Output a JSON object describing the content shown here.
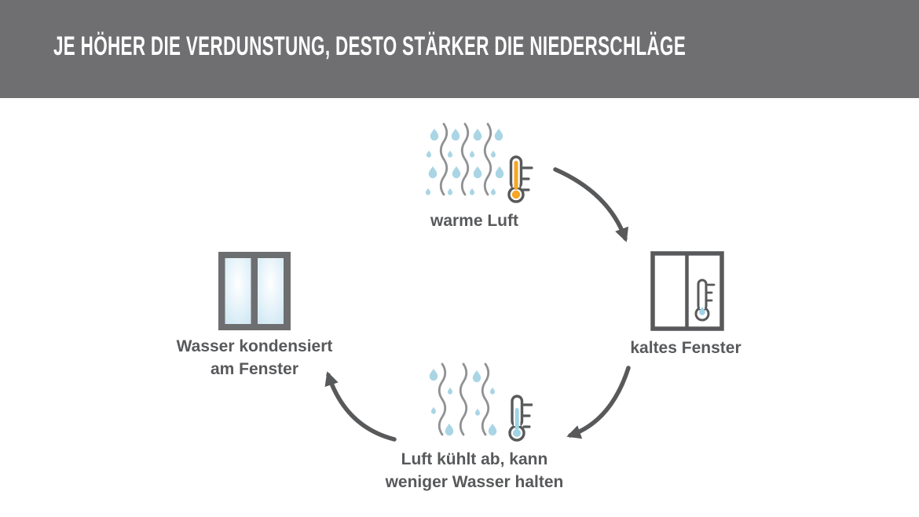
{
  "header": {
    "title": "JE HÖHER DIE VERDUNSTUNG, DESTO STÄRKER DIE NIEDERSCHLÄGE",
    "bg_color": "#6f6f71",
    "text_color": "#ffffff"
  },
  "diagram": {
    "type": "cycle",
    "direction": "clockwise",
    "nodes": [
      {
        "id": "warme-luft",
        "position": "top",
        "label": "warme Luft",
        "icon": "humid-air-warm-thermometer-icon"
      },
      {
        "id": "kaltes-fenster",
        "position": "right",
        "label": "kaltes Fenster",
        "icon": "window-cold-thermometer-icon"
      },
      {
        "id": "luft-kuehlt-ab",
        "position": "bottom",
        "label_line1": "Luft kühlt ab, kann",
        "label_line2": "weniger Wasser halten",
        "icon": "humid-air-cool-thermometer-icon"
      },
      {
        "id": "wasser-kondensiert",
        "position": "left",
        "label_line1": "Wasser kondensiert",
        "label_line2": "am Fenster",
        "icon": "condensed-window-icon"
      }
    ],
    "arrows": [
      {
        "from": "warme-luft",
        "to": "kaltes-fenster"
      },
      {
        "from": "kaltes-fenster",
        "to": "luft-kuehlt-ab"
      },
      {
        "from": "luft-kuehlt-ab",
        "to": "wasser-kondensiert"
      }
    ]
  },
  "colors": {
    "droplet_blue": "#a9d5e5",
    "wave_gray": "#8f9193",
    "outline_gray": "#58595b",
    "warm_orange": "#f6a623",
    "cold_blue": "#9fd4e6",
    "label_gray": "#58595b",
    "window_glass": "#d6ebf5",
    "window_frame_filled": "#6d6e70"
  }
}
